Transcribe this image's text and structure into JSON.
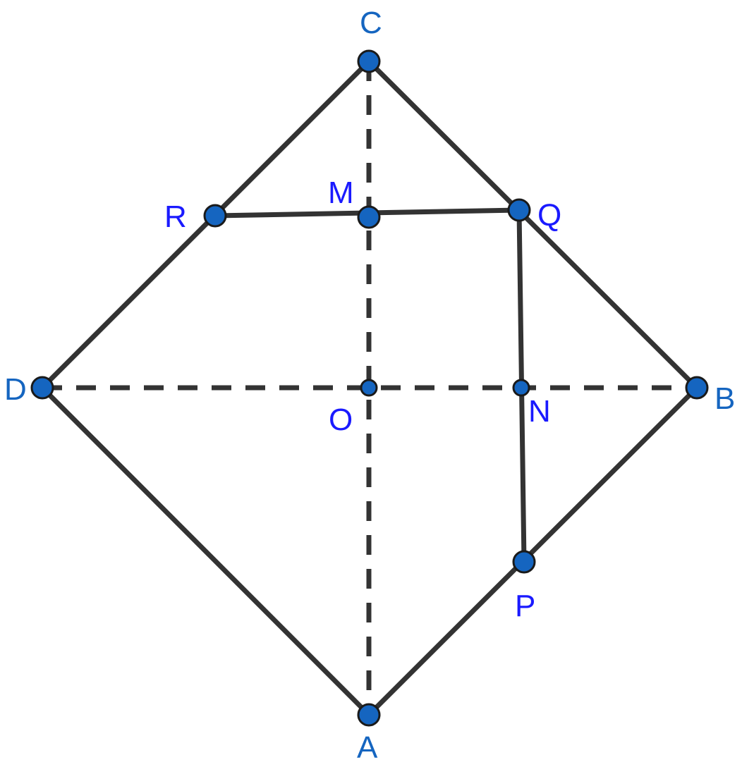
{
  "diagram": {
    "points": [
      {
        "id": "C",
        "label": "C",
        "label_color": "#1565c0",
        "kind": "vertex"
      },
      {
        "id": "R",
        "label": "R",
        "label_color": "#1a1aff",
        "kind": "vertex"
      },
      {
        "id": "M",
        "label": "M",
        "label_color": "#1a1aff",
        "kind": "vertex"
      },
      {
        "id": "Q",
        "label": "Q",
        "label_color": "#1a1aff",
        "kind": "vertex"
      },
      {
        "id": "D",
        "label": "D",
        "label_color": "#1565c0",
        "kind": "vertex"
      },
      {
        "id": "O",
        "label": "O",
        "label_color": "#1a1aff",
        "kind": "midpoint"
      },
      {
        "id": "N",
        "label": "N",
        "label_color": "#1a1aff",
        "kind": "midpoint"
      },
      {
        "id": "B",
        "label": "B",
        "label_color": "#1565c0",
        "kind": "vertex"
      },
      {
        "id": "P",
        "label": "P",
        "label_color": "#1a1aff",
        "kind": "vertex"
      },
      {
        "id": "A",
        "label": "A",
        "label_color": "#1565c0",
        "kind": "vertex"
      }
    ],
    "solid_segments": [
      [
        "C",
        "D"
      ],
      [
        "C",
        "B"
      ],
      [
        "D",
        "A"
      ],
      [
        "A",
        "B"
      ],
      [
        "R",
        "Q"
      ],
      [
        "Q",
        "P"
      ]
    ],
    "dashed_segments": [
      [
        "D",
        "B"
      ],
      [
        "C",
        "A"
      ]
    ],
    "colors": {
      "stroke": "#333333",
      "point_fill": "#1565c0",
      "point_outline": "#1a1a1a"
    }
  }
}
